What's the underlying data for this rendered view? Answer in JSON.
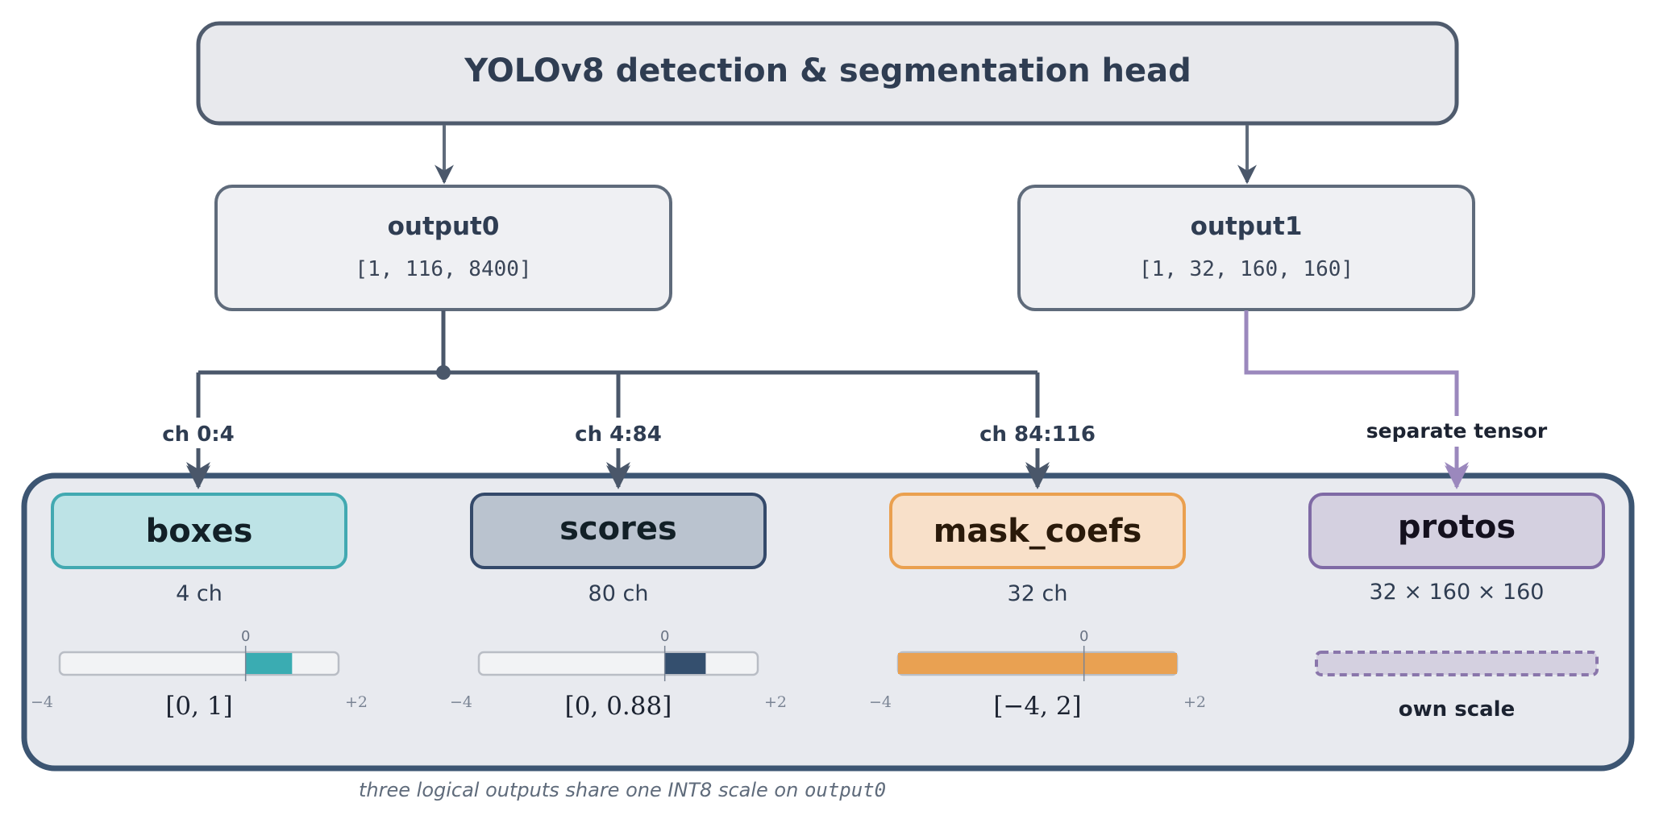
{
  "header": {
    "title": "YOLOv8 detection & segmentation head"
  },
  "outputs": [
    {
      "name": "output0",
      "shape": "[1, 116, 8400]"
    },
    {
      "name": "output1",
      "shape": "[1, 32, 160, 160]"
    }
  ],
  "branches": [
    {
      "channel_label": "ch 0:4",
      "name": "boxes",
      "count": "4 ch",
      "range_label": "[0,  1]",
      "range": [
        0,
        1
      ],
      "color": "#3aacb2",
      "fill": "#bde3e6",
      "stroke": "#42a9b1"
    },
    {
      "channel_label": "ch 4:84",
      "name": "scores",
      "count": "80 ch",
      "range_label": "[0,  0.88]",
      "range": [
        0,
        0.88
      ],
      "color": "#344f6e",
      "fill": "#bac3cf",
      "stroke": "#34496a"
    },
    {
      "channel_label": "ch 84:116",
      "name": "mask_coefs",
      "count": "32 ch",
      "range_label": "[−4,  2]",
      "range": [
        -4,
        2
      ],
      "color": "#e9a152",
      "fill": "#f8e0c9",
      "stroke": "#eaa04f"
    }
  ],
  "protos": {
    "connector_label": "separate tensor",
    "name": "protos",
    "count": "32  ×  160  ×  160",
    "scale_label": "own scale",
    "color": "#8a76ab",
    "fill": "#d4d0e0",
    "stroke": "#7f6aa5"
  },
  "scale_axis": {
    "zero": "0",
    "min_label": "−4",
    "max_label": "+2",
    "min": -4,
    "max": 2
  },
  "caption": {
    "text": "three logical outputs share one INT8 scale on ",
    "code": "output0"
  },
  "colors": {
    "ink": "#2f3d52",
    "line": "#4a576a",
    "panel_stroke": "#3c5572",
    "panel_fill": "#e8eaef",
    "purple_line": "#9b88bd"
  }
}
